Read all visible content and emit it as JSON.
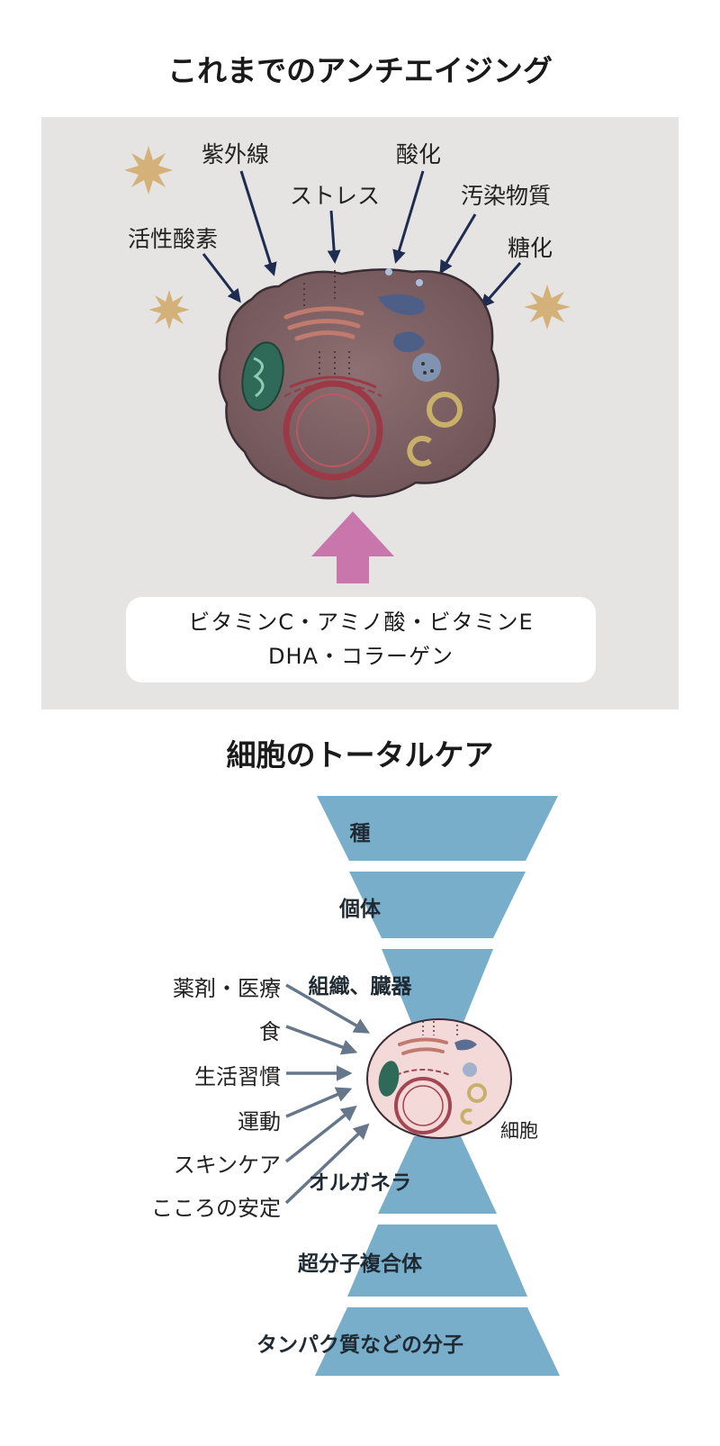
{
  "top": {
    "title": "これまでのアンチエイジング",
    "stressors": {
      "uv": "紫外線",
      "stress": "ストレス",
      "oxidation": "酸化",
      "pollutants": "汚染物質",
      "ros": "活性酸素",
      "glycation": "糖化"
    },
    "supplements": {
      "line1": "ビタミンC・アミノ酸・ビタミンE",
      "line2": "DHA・コラーゲン"
    }
  },
  "bottom": {
    "title": "細胞のトータルケア",
    "layers": {
      "species": "種",
      "individual": "個体",
      "tissue": "組織、臓器",
      "organelle": "オルガネラ",
      "complex": "超分子複合体",
      "molecule": "タンパク質などの分子"
    },
    "cell_label": "細胞",
    "factors": [
      "薬剤・医療",
      "食",
      "生活習慣",
      "運動",
      "スキンケア",
      "こころの安定"
    ]
  },
  "colors": {
    "panel_bg": "#e5e4e3",
    "arrow_navy": "#1e2c52",
    "cell_body": "#7d5f62",
    "pink_arrow": "#c976ad",
    "funnel_blue": "#79aecb",
    "factor_arrow": "#66778b",
    "small_cell": "#f3d9d8"
  }
}
